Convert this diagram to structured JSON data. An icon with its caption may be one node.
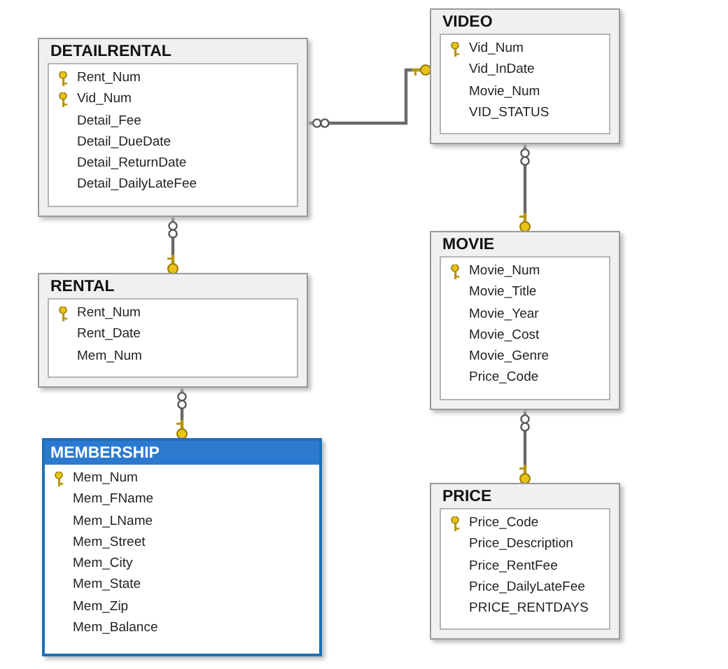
{
  "diagram": {
    "nodes": [
      {
        "text": [
          "DETAILRENTAL",
          "Rent_Num",
          "Vid_Num",
          "Detail_Fee",
          "Detail_DueDate",
          "Detail_ReturnDate",
          "Detail_DailyLateFee"
        ]
      },
      {
        "text": [
          "VIDEO",
          "Vid_Num",
          "Vid_InDate",
          "Movie_Num",
          "VID_STATUS"
        ]
      },
      {
        "text": [
          "MOVIE",
          "Movie_Num",
          "Movie_Title",
          "Movie_Year",
          "Movie_Cost",
          "Movie_Genre",
          "Price_Code"
        ]
      },
      {
        "text": [
          "RENTAL",
          "Rent_Num",
          "Rent_Date",
          "Mem_Num"
        ]
      },
      {
        "text": [
          "MEMBERSHIP",
          "Mem_Num",
          "Mem_FName",
          "Mem_LName",
          "Mem_Street",
          "Mem_City",
          "Mem_State",
          "Mem_Zip",
          "Mem_Balance"
        ]
      },
      {
        "text": [
          "PRICE",
          "Price_Code",
          "Price_Description",
          "Price_RentFee",
          "Price_DailyLateFee",
          "PRICE_RENTDAYS"
        ]
      }
    ],
    "edges": [
      {
        "from": 0,
        "to": 1,
        "arrow": "other"
      },
      {
        "from": 0,
        "to": 3,
        "arrow": "other"
      },
      {
        "from": 1,
        "to": 2,
        "arrow": "other"
      },
      {
        "from": 3,
        "to": 4,
        "arrow": "other"
      },
      {
        "from": 2,
        "to": 5,
        "arrow": "other"
      }
    ]
  }
}
